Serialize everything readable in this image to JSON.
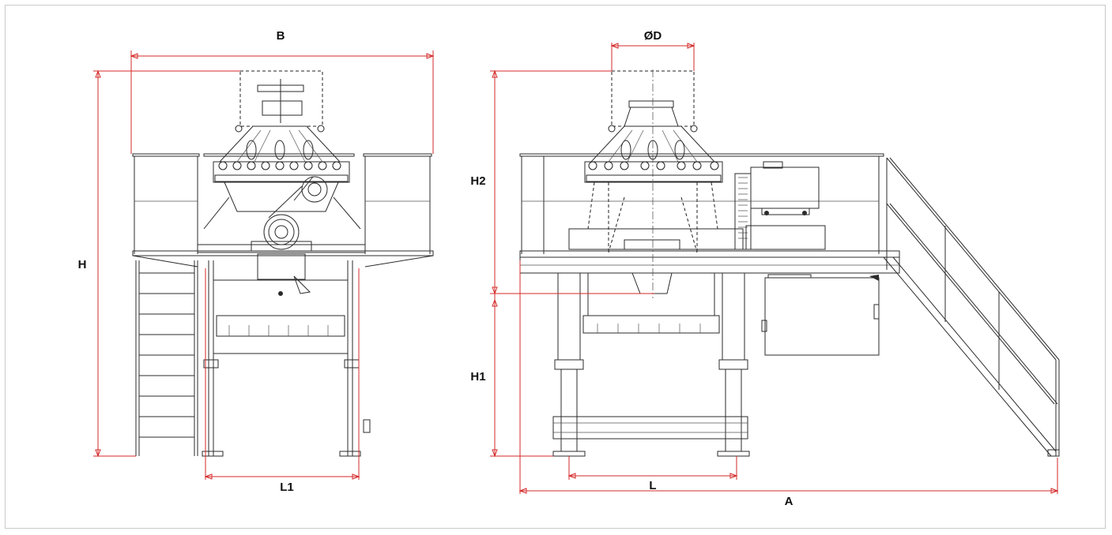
{
  "drawing": {
    "front_view": {
      "width_label": "B",
      "height_label": "H",
      "leg_spacing_label": "L1"
    },
    "side_view": {
      "diameter_label": "ØD",
      "upper_height_label": "H2",
      "lower_height_label": "H1",
      "leg_spacing_label": "L",
      "overall_length_label": "A"
    }
  },
  "colors": {
    "dimension_line": "#d42a2a",
    "outline": "#2b2b2b"
  }
}
